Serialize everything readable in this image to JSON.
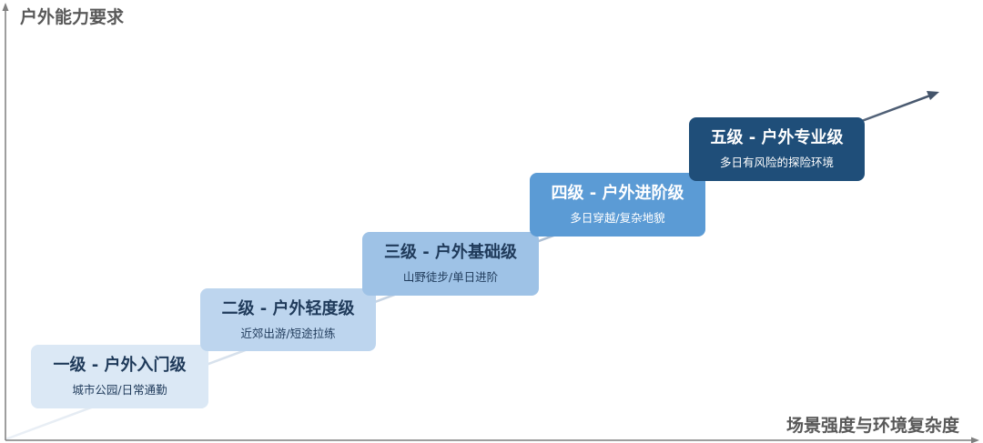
{
  "axes": {
    "y_label": "户外能力要求",
    "x_label": "场景强度与环境复杂度"
  },
  "levels": [
    {
      "title": "一级 - 户外入门级",
      "desc": "城市公园/日常通勤"
    },
    {
      "title": "二级 - 户外轻度级",
      "desc": "近郊出游/短途拉练"
    },
    {
      "title": "三级 - 户外基础级",
      "desc": "山野徒步/单日进阶"
    },
    {
      "title": "四级 - 户外进阶级",
      "desc": "多日穿越/复杂地貌"
    },
    {
      "title": "五级 - 户外专业级",
      "desc": "多日有风险的探险环境"
    }
  ],
  "colors": {
    "axis": "#7f7f7f",
    "trend_arrow": "#44546a",
    "level1": "#dbe8f5",
    "level2": "#bdd5ee",
    "level3": "#9ec2e6",
    "level4": "#5b9bd5",
    "level5": "#1f4e79"
  }
}
